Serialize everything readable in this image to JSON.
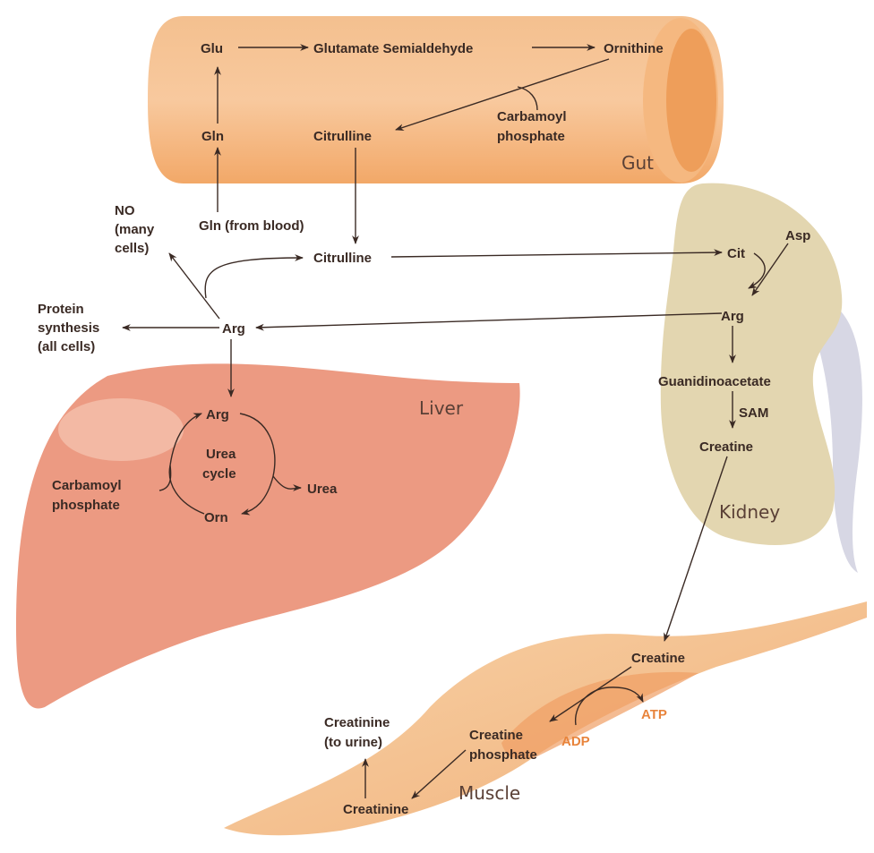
{
  "colors": {
    "gut": "#f6b77e",
    "liver": "#ec9a82",
    "kidney": "#e3d6b0",
    "muscle": "#f4bd8c",
    "text": "#3a2a24",
    "energy": "#e8843c"
  },
  "organs": {
    "gut": "Gut",
    "liver": "Liver",
    "kidney": "Kidney",
    "muscle": "Muscle"
  },
  "gut": {
    "glu": "Glu",
    "glutamate_semialdehyde": "Glutamate Semialdehyde",
    "ornithine": "Ornithine",
    "gln": "Gln",
    "citrulline": "Citrulline",
    "carbamoyl_1": "Carbamoyl",
    "carbamoyl_2": "phosphate"
  },
  "blood": {
    "gln_from_blood": "Gln (from blood)",
    "no_1": "NO",
    "no_2": "(many",
    "no_3": "cells)",
    "citrulline": "Citrulline",
    "protein_1": "Protein",
    "protein_2": "synthesis",
    "protein_3": "(all cells)",
    "arg": "Arg"
  },
  "liver": {
    "arg": "Arg",
    "urea_cycle_1": "Urea",
    "urea_cycle_2": "cycle",
    "carbamoyl_1": "Carbamoyl",
    "carbamoyl_2": "phosphate",
    "urea": "Urea",
    "orn": "Orn"
  },
  "kidney": {
    "cit": "Cit",
    "asp": "Asp",
    "arg": "Arg",
    "guanidinoacetate": "Guanidinoacetate",
    "sam": "SAM",
    "creatine": "Creatine"
  },
  "muscle": {
    "creatine": "Creatine",
    "atp": "ATP",
    "adp": "ADP",
    "creatine_phosphate_1": "Creatine",
    "creatine_phosphate_2": "phosphate",
    "creatinine": "Creatinine",
    "creatinine_urine_1": "Creatinine",
    "creatinine_urine_2": "(to urine)"
  }
}
